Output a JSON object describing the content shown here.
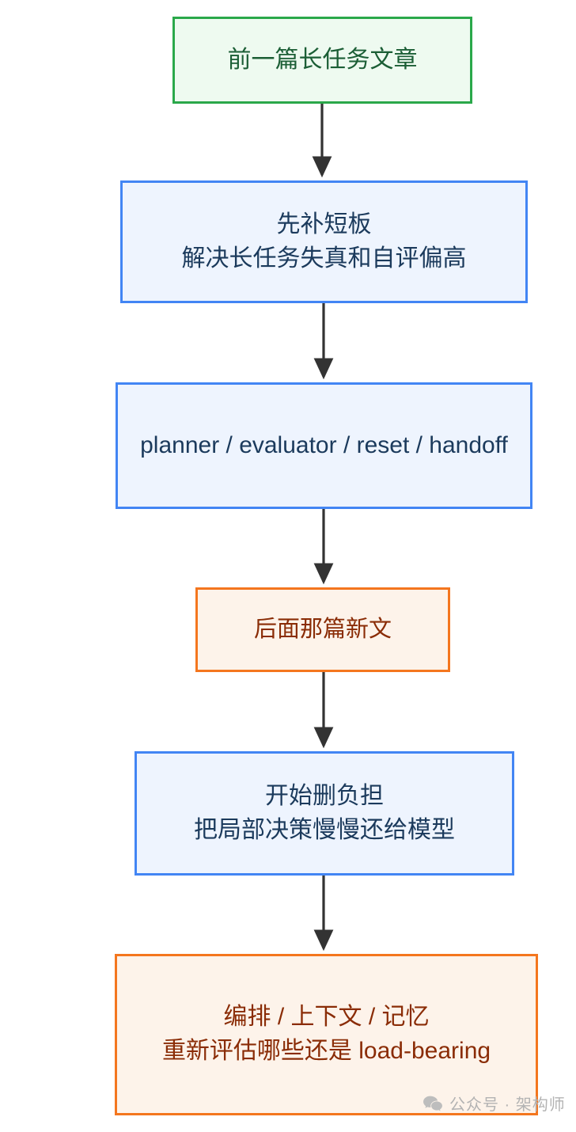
{
  "diagram": {
    "type": "flowchart",
    "direction": "top-to-bottom",
    "background_color": "#ffffff",
    "nodes": [
      {
        "id": "prev-article",
        "label": "前一篇长任务文章",
        "shape": "rectangle",
        "fill_color": "#eefaf0",
        "border_color": "#2aa84a",
        "text_color": "#1b5e35"
      },
      {
        "id": "fix-gaps",
        "label": "先补短板\n解决长任务失真和自评偏高",
        "shape": "rectangle",
        "fill_color": "#eef4fe",
        "border_color": "#4285f4",
        "text_color": "#1b3a5c"
      },
      {
        "id": "components",
        "label": "planner / evaluator / reset / handoff",
        "shape": "rectangle",
        "fill_color": "#eef4fe",
        "border_color": "#4285f4",
        "text_color": "#1b3a5c"
      },
      {
        "id": "new-article",
        "label": "后面那篇新文",
        "shape": "rectangle",
        "fill_color": "#fdf3ea",
        "border_color": "#f4761e",
        "text_color": "#8a2c06"
      },
      {
        "id": "remove-burden",
        "label": "开始删负担\n把局部决策慢慢还给模型",
        "shape": "rectangle",
        "fill_color": "#eef4fe",
        "border_color": "#4285f4",
        "text_color": "#1b3a5c"
      },
      {
        "id": "reassess",
        "label": "编排 / 上下文 / 记忆\n重新评估哪些还是 load-bearing",
        "shape": "rectangle",
        "fill_color": "#fdf3ea",
        "border_color": "#f4761e",
        "text_color": "#8a2c06"
      }
    ],
    "edges": [
      {
        "from": "prev-article",
        "to": "fix-gaps",
        "label": "",
        "arrow": "solid",
        "color": "#333333"
      },
      {
        "from": "fix-gaps",
        "to": "components",
        "label": "",
        "arrow": "solid",
        "color": "#333333"
      },
      {
        "from": "components",
        "to": "new-article",
        "label": "",
        "arrow": "solid",
        "color": "#333333"
      },
      {
        "from": "new-article",
        "to": "remove-burden",
        "label": "",
        "arrow": "solid",
        "color": "#333333"
      },
      {
        "from": "remove-burden",
        "to": "reassess",
        "label": "",
        "arrow": "solid",
        "color": "#333333"
      }
    ]
  },
  "watermark": {
    "icon": "wechat-icon",
    "text": "公众号 · 架构师",
    "color": "#b3b3b3"
  }
}
